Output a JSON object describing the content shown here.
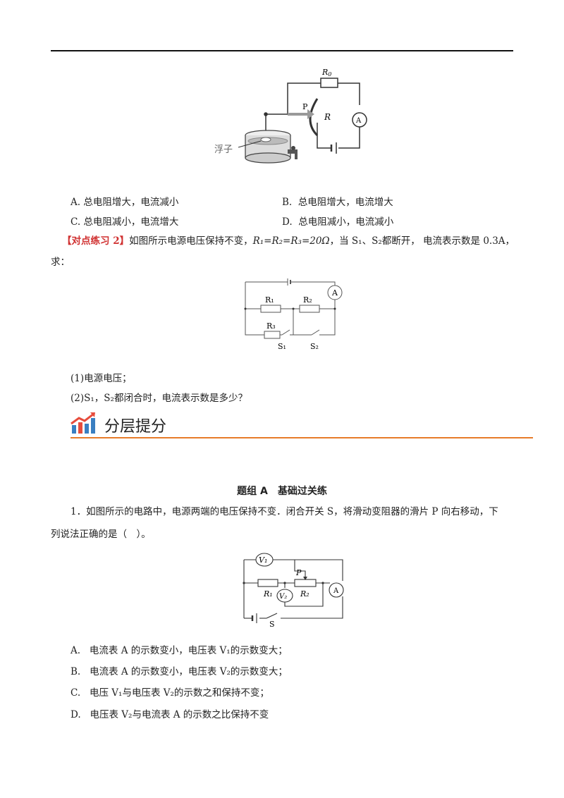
{
  "q_prev": {
    "figure": {
      "r0": "R",
      "r0_sub": "0",
      "p": "P",
      "r": "R",
      "ammeter": "A",
      "float_label": "浮子"
    },
    "options": [
      {
        "label": "A.",
        "text": "总电阻增大，电流减小"
      },
      {
        "label": "B.",
        "text": "总电阻增大，电流增大"
      },
      {
        "label": "C.",
        "text": "总电阻减小，电流增大"
      },
      {
        "label": "D.",
        "text": "总电阻减小，电流减小"
      }
    ]
  },
  "practice2": {
    "tag": "【对点练习 2】",
    "stem_a": "如图所示电源电压保持不变，",
    "r_expr": "R₁=R₂=R₃=20Ω",
    "stem_b": "，当 S₁、S₂都断开， 电流表示数是 0.3A，",
    "stem_c": "求：",
    "figure": {
      "r1": "R₁",
      "r2": "R₂",
      "r3": "R₃",
      "s1": "S₁",
      "s2": "S₂",
      "ammeter": "A"
    },
    "sub1": "(1)电源电压；",
    "sub2": "(2)S₁，S₂都闭合时，电流表示数是多少？"
  },
  "section": {
    "title": "分层提分"
  },
  "group": {
    "title": "题组 A　基础过关练"
  },
  "q1": {
    "stem_line1": "1．如图所示的电路中，电源两端的电压保持不变．闭合开关 S，将滑动变阻器的滑片 P 向右移动，下",
    "stem_line2": "列说法正确的是（　）。",
    "figure": {
      "v1": "V₁",
      "v2": "V₂",
      "p": "P",
      "r1": "R₁",
      "r2": "R₂",
      "s": "S",
      "ammeter": "A"
    },
    "options": [
      {
        "label": "A.",
        "text": "电流表 A 的示数变小，电压表 V₁的示数变大；"
      },
      {
        "label": "B.",
        "text": "电流表 A 的示数变小，电压表 V₂的示数变大；"
      },
      {
        "label": "C.",
        "text": "电压 V₁与电压表 V₂的示数之和保持不变；"
      },
      {
        "label": "D.",
        "text": "电压表 V₂与电流表 A 的示数之比保持不变"
      }
    ]
  },
  "colors": {
    "accent_orange": "#e77c2a",
    "tag_red": "#d03030"
  }
}
